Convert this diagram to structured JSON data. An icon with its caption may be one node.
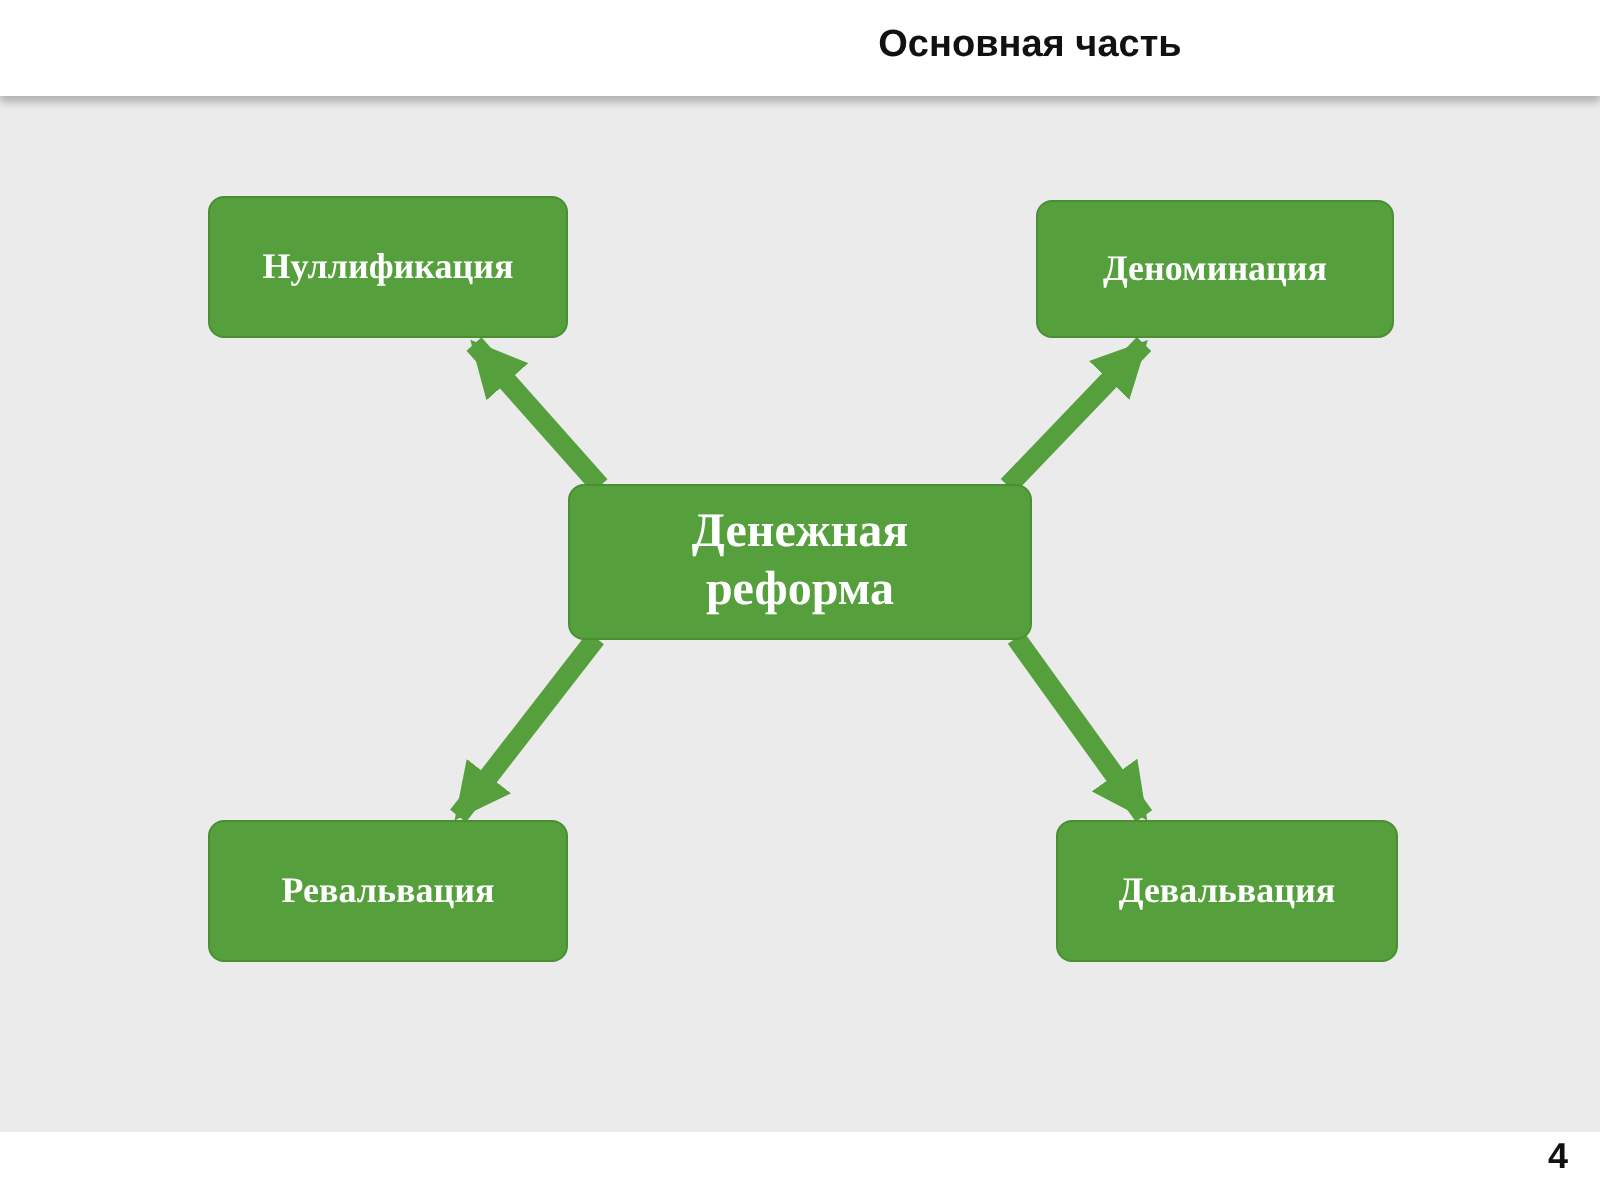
{
  "diagram": {
    "title": "Основная часть",
    "nodes": [
      {
        "text": [
          "Денежная реформа"
        ]
      },
      {
        "text": [
          "Нуллификация"
        ]
      },
      {
        "text": [
          "Деноминация"
        ]
      },
      {
        "text": [
          "Ревальвация"
        ]
      },
      {
        "text": [
          "Девальвация"
        ]
      }
    ],
    "edges": [
      {
        "from": 0,
        "to": 1,
        "arrow": "to"
      },
      {
        "from": 0,
        "to": 2,
        "arrow": "to"
      },
      {
        "from": 0,
        "to": 3,
        "arrow": "to"
      },
      {
        "from": 0,
        "to": 4,
        "arrow": "to"
      }
    ],
    "labels": [
      "4"
    ]
  }
}
